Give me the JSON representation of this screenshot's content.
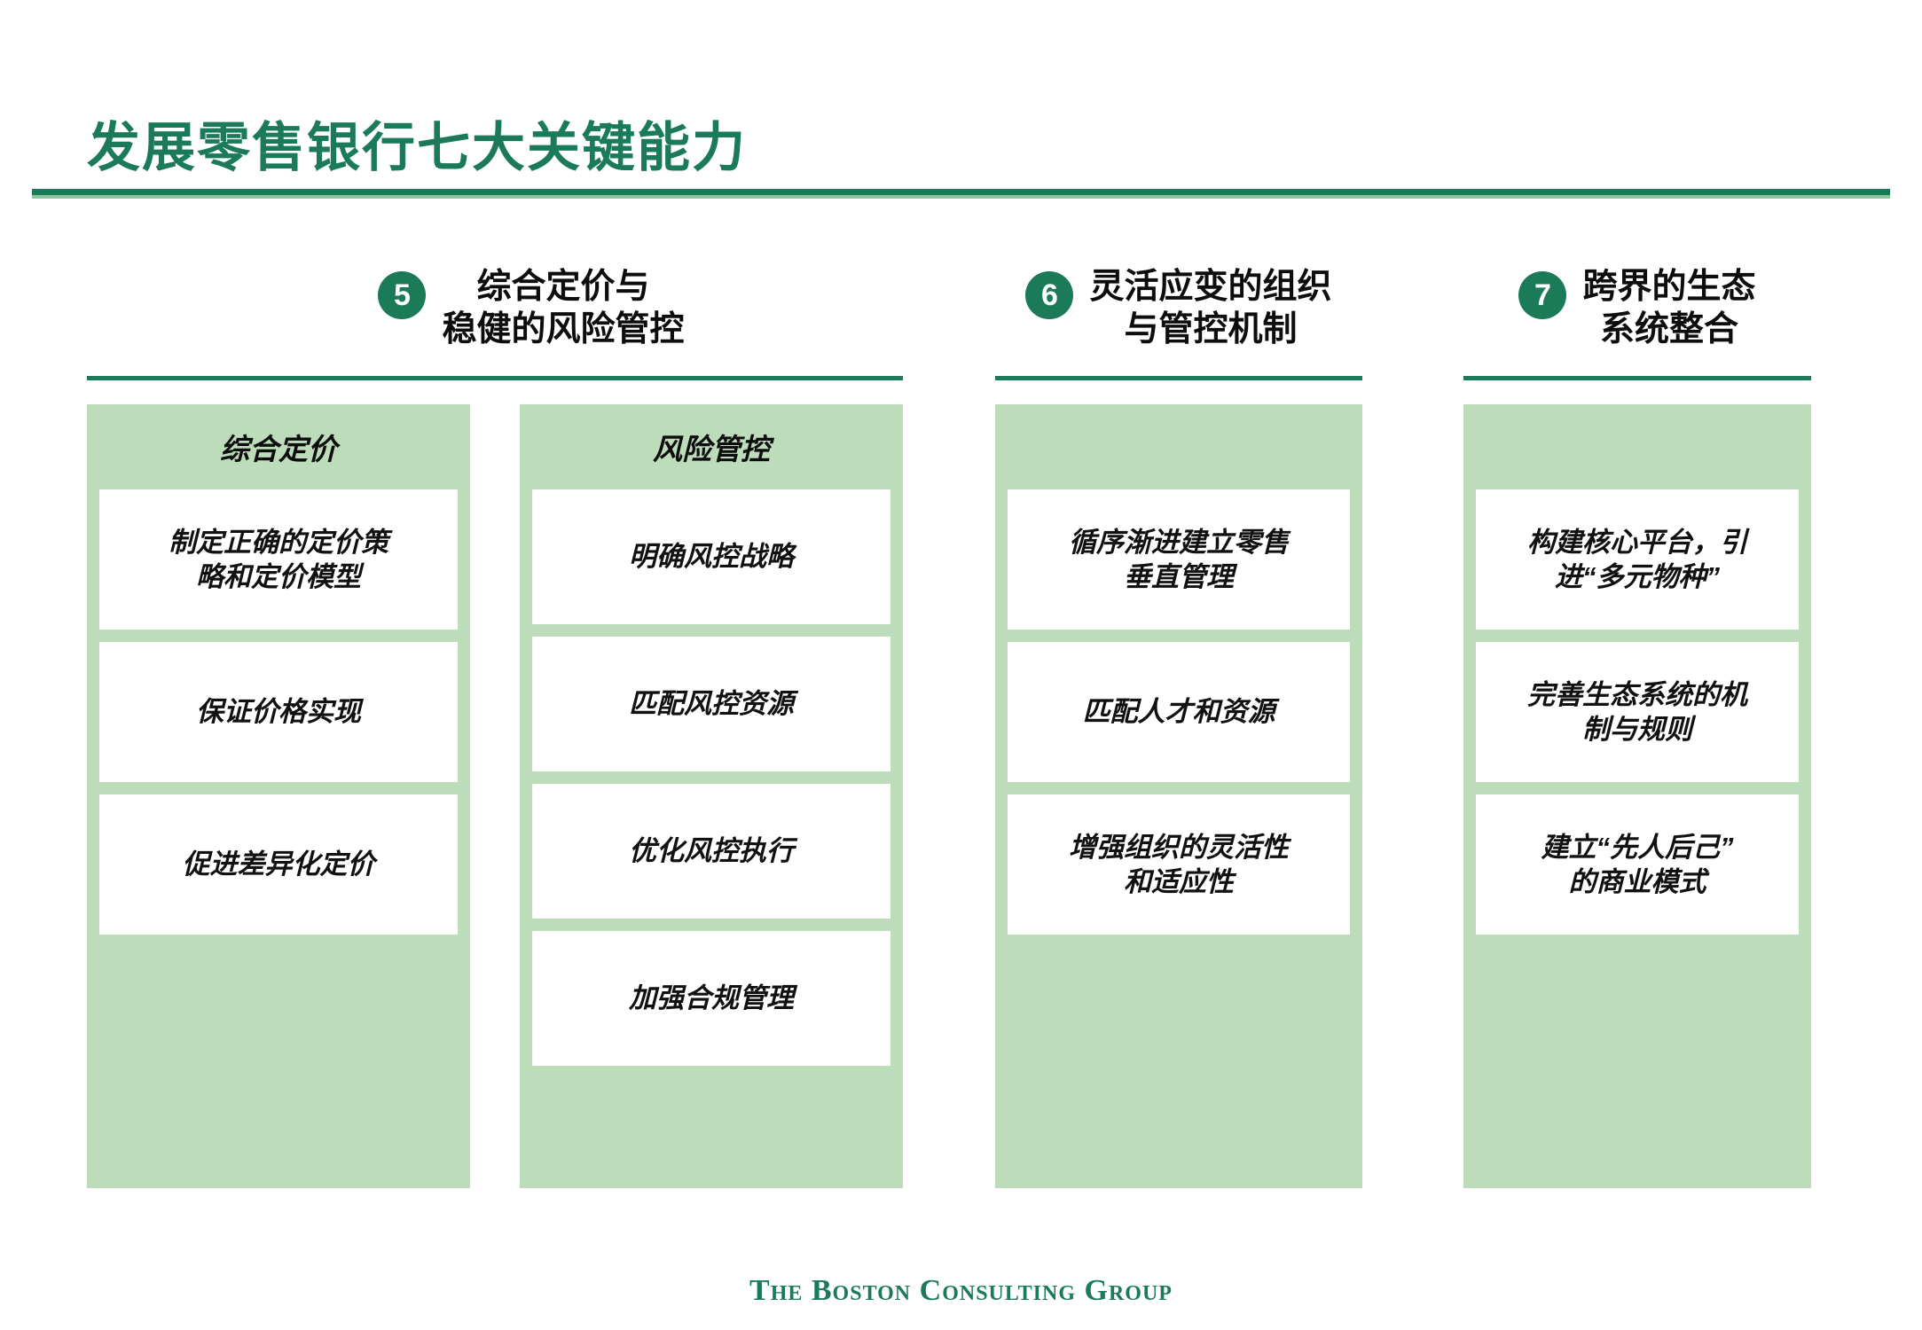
{
  "slide": {
    "title": "发展零售银行七大关键能力",
    "footer_logo": "The Boston Consulting Group",
    "accent_color": "#1b7a58",
    "panel_color": "#bcdcba"
  },
  "columns": [
    {
      "number": "5",
      "heading": "综合定价与\n稳健的风险管控",
      "panels": [
        {
          "title": "综合定价",
          "items": [
            "制定正确的定价策\n略和定价模型",
            "保证价格实现",
            "促进差异化定价"
          ]
        },
        {
          "title": "风险管控",
          "items": [
            "明确风控战略",
            "匹配风控资源",
            "优化风控执行",
            "加强合规管理"
          ]
        }
      ]
    },
    {
      "number": "6",
      "heading": "灵活应变的组织\n与管控机制",
      "panels": [
        {
          "title": "",
          "items": [
            "循序渐进建立零售\n垂直管理",
            "匹配人才和资源",
            "增强组织的灵活性\n和适应性"
          ]
        }
      ]
    },
    {
      "number": "7",
      "heading": "跨界的生态\n系统整合",
      "panels": [
        {
          "title": "",
          "items": [
            "构建核心平台，引\n进“多元物种”",
            "完善生态系统的机\n制与规则",
            "建立“先人后己”\n的商业模式"
          ]
        }
      ]
    }
  ]
}
